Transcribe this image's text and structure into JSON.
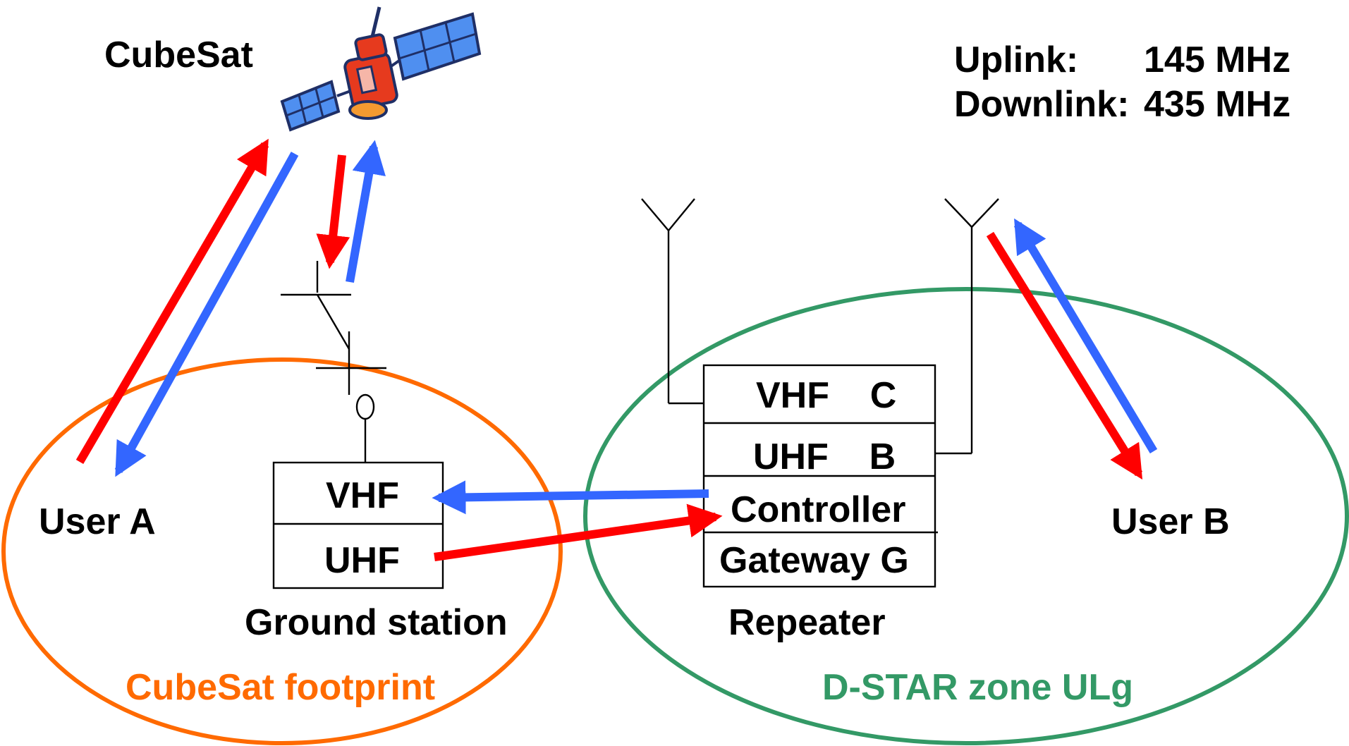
{
  "colors": {
    "uplink_arrow": "#ff0000",
    "downlink_arrow": "#3366ff",
    "footprint": "#ff6a00",
    "dstar_zone": "#339966"
  },
  "satellite": {
    "label": "CubeSat",
    "icon": "satellite-icon"
  },
  "frequencies": {
    "uplink_label": "Uplink:",
    "uplink_value": "145 MHz",
    "downlink_label": "Downlink:",
    "downlink_value": "435 MHz"
  },
  "users": {
    "user_a": "User A",
    "user_b": "User B"
  },
  "ground_station": {
    "label": "Ground station",
    "rows": [
      "VHF",
      "UHF"
    ],
    "antenna_icon": "yagi-antenna-icon"
  },
  "repeater": {
    "label": "Repeater",
    "rows": [
      "VHF    C",
      "UHF    B",
      "Controller",
      "Gateway G"
    ],
    "antenna_icon": "dipole-antenna-icon"
  },
  "zones": {
    "footprint": "CubeSat footprint",
    "dstar": "D-STAR zone ULg"
  }
}
